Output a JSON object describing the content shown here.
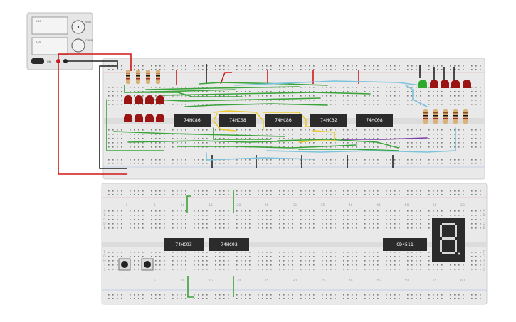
{
  "power_supply": {
    "label_top": "5.00",
    "label_bottom": "0.00",
    "knob1_label": "VOLT",
    "knob2_label": "CURR",
    "switch_label": "ON"
  },
  "top_board": {
    "chips": [
      "74HC86",
      "74HC08",
      "74HC86",
      "74HC32",
      "74HC08"
    ]
  },
  "bottom_board": {
    "chips": [
      "74HC93",
      "74HC93",
      "CD4511"
    ],
    "column_numbers": [
      "1",
      "5",
      "10",
      "15",
      "20",
      "25",
      "30",
      "35",
      "40",
      "45",
      "50",
      "55",
      "60"
    ],
    "row_letters_top": [
      "A",
      "B",
      "C",
      "D",
      "E"
    ],
    "row_letters_bottom": [
      "F",
      "G",
      "H",
      "I",
      "J"
    ],
    "seven_segment_digit": "8"
  },
  "colors": {
    "board": "#e9e9e9",
    "chip": "#2b2b2b",
    "wire_green": "#3aa33a",
    "wire_blue": "#7cc3dd",
    "wire_yellow": "#e9c92c",
    "wire_red": "#d01818",
    "wire_black": "#222222",
    "wire_purple": "#7a3ca8",
    "led_red": "#9a1414",
    "led_green": "#2faa2f"
  }
}
